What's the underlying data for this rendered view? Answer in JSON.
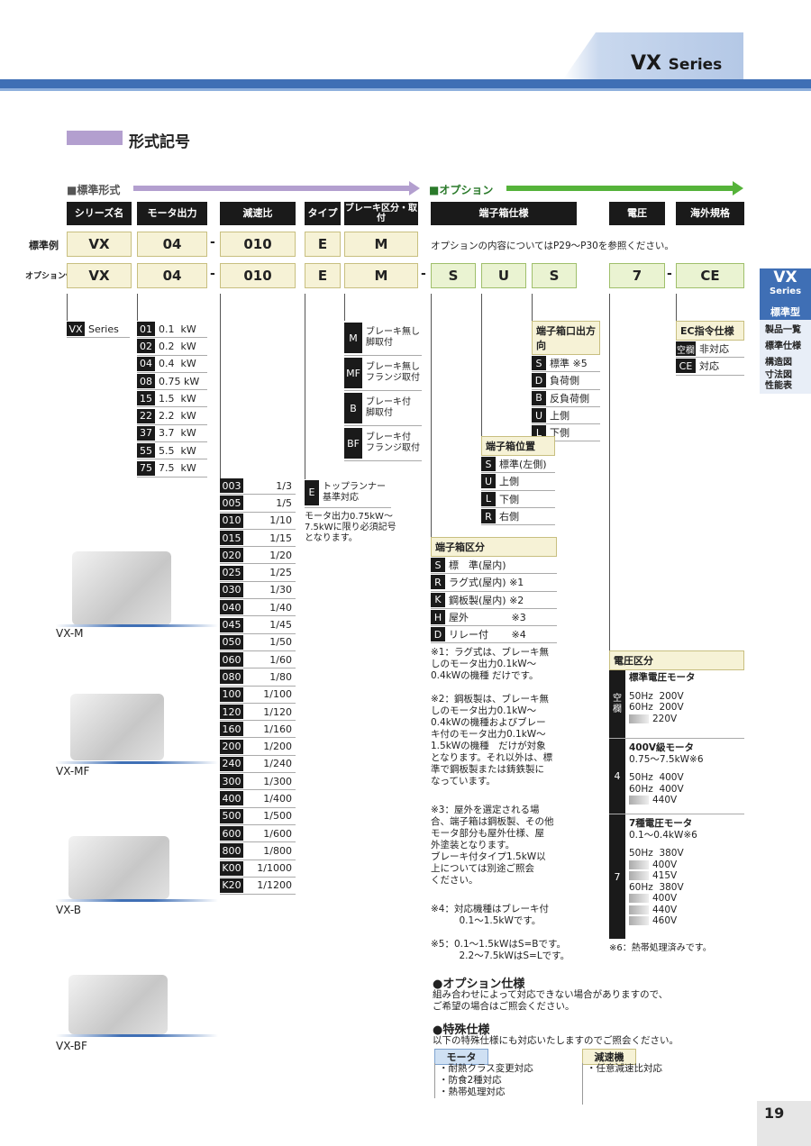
{
  "header": {
    "series": "VX",
    "series_word": "Series"
  },
  "section_title": "形式記号",
  "standard_label": "■標準形式",
  "option_label": "■オプション",
  "col_heads": [
    "シリーズ名",
    "モータ出力",
    "減速比",
    "タイプ",
    "ブレーキ区分・取付",
    "端子箱仕様",
    "電圧",
    "海外規格"
  ],
  "rows": {
    "std_label": "標準例",
    "opt_label": "オプション例",
    "std_values": [
      "VX",
      "04",
      "010",
      "E",
      "M"
    ],
    "opt_values": [
      "VX",
      "04",
      "010",
      "E",
      "M",
      "S",
      "U",
      "S",
      "7",
      "CE"
    ],
    "option_note": "オプションの内容についてはP29～P30を参照ください。",
    "dash": "-"
  },
  "series_list": [
    {
      "code": "VX",
      "label": "Series"
    }
  ],
  "motor_list": [
    {
      "code": "01",
      "label": "0.1  kW"
    },
    {
      "code": "02",
      "label": "0.2  kW"
    },
    {
      "code": "04",
      "label": "0.4  kW"
    },
    {
      "code": "08",
      "label": "0.75 kW"
    },
    {
      "code": "15",
      "label": "1.5  kW"
    },
    {
      "code": "22",
      "label": "2.2  kW"
    },
    {
      "code": "37",
      "label": "3.7  kW"
    },
    {
      "code": "55",
      "label": "5.5  kW"
    },
    {
      "code": "75",
      "label": "7.5  kW"
    }
  ],
  "ratio_list": [
    {
      "code": "003",
      "label": "1/3"
    },
    {
      "code": "005",
      "label": "1/5"
    },
    {
      "code": "010",
      "label": "1/10"
    },
    {
      "code": "015",
      "label": "1/15"
    },
    {
      "code": "020",
      "label": "1/20"
    },
    {
      "code": "025",
      "label": "1/25"
    },
    {
      "code": "030",
      "label": "1/30"
    },
    {
      "code": "040",
      "label": "1/40"
    },
    {
      "code": "045",
      "label": "1/45"
    },
    {
      "code": "050",
      "label": "1/50"
    },
    {
      "code": "060",
      "label": "1/60"
    },
    {
      "code": "080",
      "label": "1/80"
    },
    {
      "code": "100",
      "label": "1/100"
    },
    {
      "code": "120",
      "label": "1/120"
    },
    {
      "code": "160",
      "label": "1/160"
    },
    {
      "code": "200",
      "label": "1/200"
    },
    {
      "code": "240",
      "label": "1/240"
    },
    {
      "code": "300",
      "label": "1/300"
    },
    {
      "code": "400",
      "label": "1/400"
    },
    {
      "code": "500",
      "label": "1/500"
    },
    {
      "code": "600",
      "label": "1/600"
    },
    {
      "code": "800",
      "label": "1/800"
    },
    {
      "code": "K00",
      "label": "1/1000"
    },
    {
      "code": "K20",
      "label": "1/1200"
    }
  ],
  "type": {
    "code": "E",
    "label": "トップランナー\n基準対応",
    "note": "モータ出力0.75kW～\n7.5kWに限り必須記号\nとなります。"
  },
  "brake_list": [
    {
      "code": "M",
      "label": "ブレーキ無し\n脚取付"
    },
    {
      "code": "MF",
      "label": "ブレーキ無し\nフランジ取付"
    },
    {
      "code": "B",
      "label": "ブレーキ付\n脚取付"
    },
    {
      "code": "BF",
      "label": "ブレーキ付\nフランジ取付"
    }
  ],
  "tb_class": {
    "head": "端子箱区分",
    "items": [
      {
        "code": "S",
        "label": "標　準(屋内)"
      },
      {
        "code": "R",
        "label": "ラグ式(屋内) ※1"
      },
      {
        "code": "K",
        "label": "鋼板製(屋内) ※2"
      },
      {
        "code": "H",
        "label": "屋外　　　　 ※3"
      },
      {
        "code": "D",
        "label": "リレー付　　 ※4"
      }
    ]
  },
  "tb_pos": {
    "head": "端子箱位置",
    "items": [
      {
        "code": "S",
        "label": "標準(左側)"
      },
      {
        "code": "U",
        "label": "上側"
      },
      {
        "code": "L",
        "label": "下側"
      },
      {
        "code": "R",
        "label": "右側"
      }
    ]
  },
  "tb_dir": {
    "head": "端子箱口出方向",
    "items": [
      {
        "code": "S",
        "label": "標準 ※5"
      },
      {
        "code": "D",
        "label": "負荷側"
      },
      {
        "code": "B",
        "label": "反負荷側"
      },
      {
        "code": "U",
        "label": "上側"
      },
      {
        "code": "L",
        "label": "下側"
      }
    ]
  },
  "ec": {
    "head": "EC指令仕様",
    "items": [
      {
        "code": "空欄",
        "label": "非対応"
      },
      {
        "code": "CE",
        "label": "対応"
      }
    ]
  },
  "notes": [
    "※1：ラグ式は、ブレーキ無\nしのモータ出力0.1kW～\n0.4kWの機種 だけです。",
    "※2：鋼板製は、ブレーキ無\nしのモータ出力0.1kW～\n0.4kWの機種およびブレー\nキ付のモータ出力0.1kW～\n1.5kWの機種　だけが対象\nとなります。それ以外は、標\n準で鋼板製または鋳鉄製に\nなっています。",
    "※3：屋外を選定される場\n合、端子箱は鋼板製、その他\nモータ部分も屋外仕様、屋\n外塗装となります。\nブレーキ付タイプ1.5kW以\n上については別途ご照会\nください。",
    "※4：対応機種はブレーキ付\n　　　0.1～1.5kWです。",
    "※5：0.1～1.5kWはS=Bです。\n　　　2.2～7.5kWはS=Lです。"
  ],
  "voltage": {
    "head": "電圧区分",
    "groups": [
      {
        "code": "空\n欄",
        "title": "標準電圧モータ",
        "sub": "",
        "lines": [
          "50Hz  200V",
          "60Hz  200V",
          "220V"
        ]
      },
      {
        "code": "4",
        "title": "400V級モータ",
        "sub": "0.75～7.5kW※6",
        "lines": [
          "50Hz  400V",
          "60Hz  400V",
          "440V"
        ]
      },
      {
        "code": "7",
        "title": "7種電圧モータ",
        "sub": "0.1～0.4kW※6",
        "lines": [
          "50Hz  380V",
          "400V",
          "415V",
          "60Hz  380V",
          "400V",
          "440V",
          "460V"
        ]
      }
    ],
    "note": "※6：熱帯処理済みです。"
  },
  "models": [
    "VX-M",
    "VX-MF",
    "VX-B",
    "VX-BF"
  ],
  "option_spec": {
    "title": "●オプション仕様",
    "text": "組み合わせによって対応できない場合がありますので、\nご希望の場合はご照会ください。"
  },
  "special_spec": {
    "title": "●特殊仕様",
    "text": "以下の特殊仕様にも対応いたしますのでご照会ください。",
    "motor_head": "モータ",
    "motor_items": [
      "・耐熱クラス変更対応",
      "・防食2種対応",
      "・熱帯処理対応"
    ],
    "gear_head": "減速機",
    "gear_items": [
      "・任意減速比対応"
    ]
  },
  "side": {
    "series": "VX",
    "series_word": "Series",
    "active": "標準型",
    "items": [
      "製品一覧",
      "標準仕様",
      "構造図",
      "寸法図\n性能表"
    ]
  },
  "page_number": "19"
}
